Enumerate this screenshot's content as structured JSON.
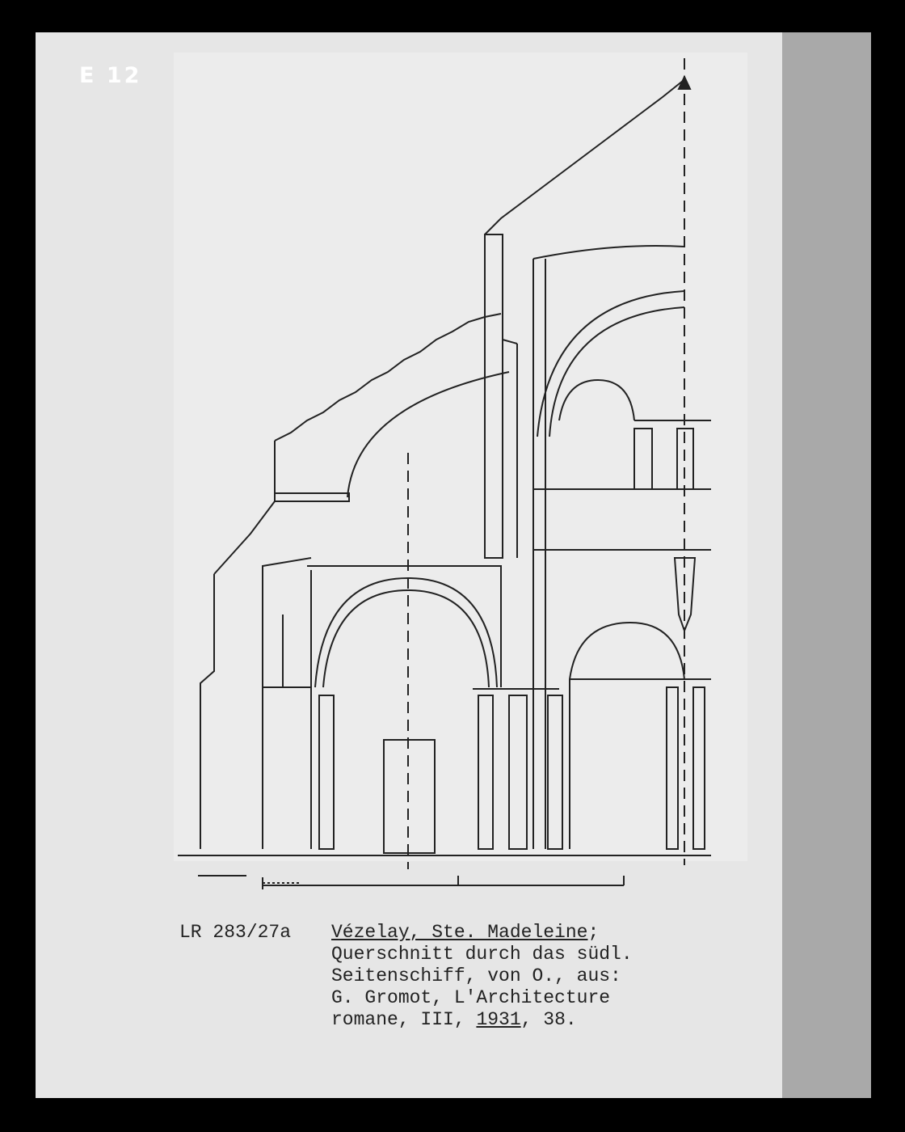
{
  "card_label": "E 12",
  "caption": {
    "reference": "LR 283/27a",
    "title": "Vézelay, Ste. Madeleine",
    "title_suffix": ";",
    "lines": [
      "Querschnitt durch das südl.",
      "Seitenschiff, von O., aus:",
      "G. Gromot, L'Architecture"
    ],
    "last_line_prefix": "romane, III, ",
    "year": "1931",
    "last_line_suffix": ", 38."
  }
}
